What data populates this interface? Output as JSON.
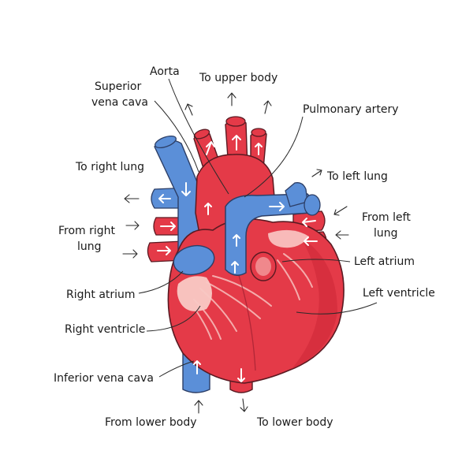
{
  "colors": {
    "oxygenated": "#e43a48",
    "deoxygenated": "#5b8fd8",
    "outline": "#5a1a22",
    "highlight": "#f9c9c5"
  },
  "labels": {
    "aorta": "Aorta",
    "to_upper_body": "To upper body",
    "superior_vena_cava_1": "Superior",
    "superior_vena_cava_2": "vena cava",
    "pulmonary_artery": "Pulmonary artery",
    "to_right_lung": "To right lung",
    "to_left_lung": "To left lung",
    "from_left_lung_1": "From left",
    "from_left_lung_2": "lung",
    "from_right_lung_1": "From right",
    "from_right_lung_2": "lung",
    "left_atrium": "Left atrium",
    "right_atrium": "Right atrium",
    "left_ventricle": "Left ventricle",
    "right_ventricle": "Right ventricle",
    "inferior_vena_cava": "Inferior vena cava",
    "from_lower_body": "From lower body",
    "to_lower_body": "To lower body"
  }
}
